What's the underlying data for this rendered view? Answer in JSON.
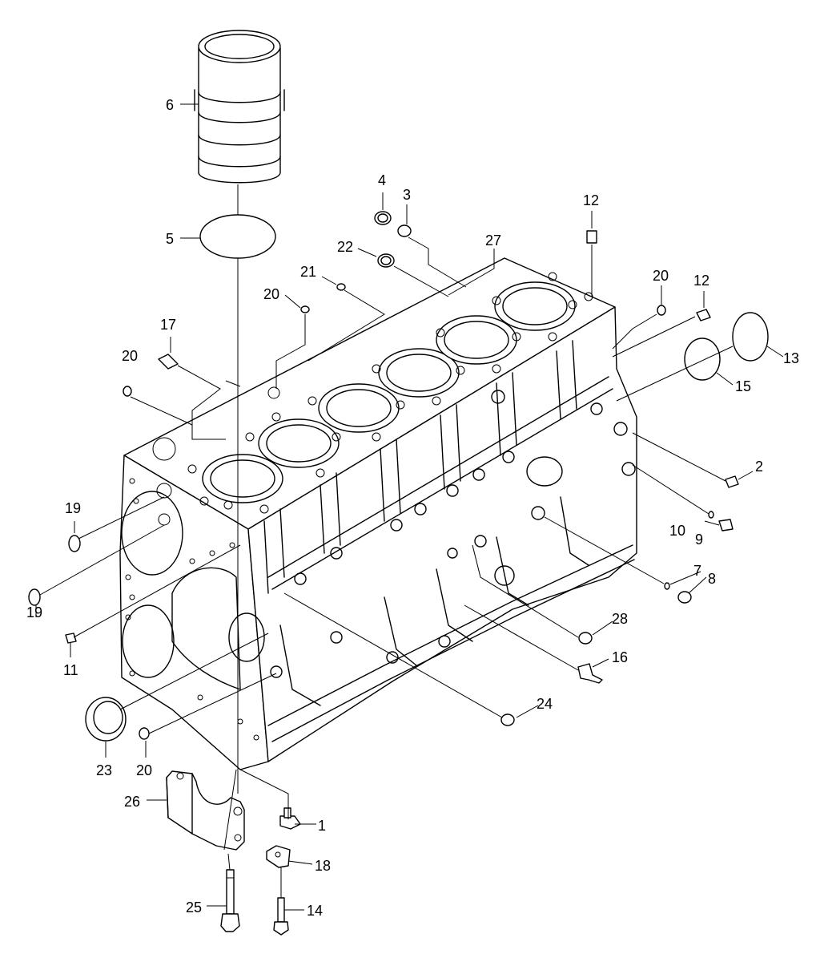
{
  "diagram": {
    "callouts": [
      {
        "id": "c1",
        "label": "1"
      },
      {
        "id": "c2",
        "label": "2"
      },
      {
        "id": "c3",
        "label": "3"
      },
      {
        "id": "c4",
        "label": "4"
      },
      {
        "id": "c5",
        "label": "5"
      },
      {
        "id": "c6",
        "label": "6"
      },
      {
        "id": "c7",
        "label": "7"
      },
      {
        "id": "c8",
        "label": "8"
      },
      {
        "id": "c9",
        "label": "9"
      },
      {
        "id": "c10",
        "label": "10"
      },
      {
        "id": "c11",
        "label": "11"
      },
      {
        "id": "c12a",
        "label": "12"
      },
      {
        "id": "c12b",
        "label": "12"
      },
      {
        "id": "c13",
        "label": "13"
      },
      {
        "id": "c14",
        "label": "14"
      },
      {
        "id": "c15",
        "label": "15"
      },
      {
        "id": "c16",
        "label": "16"
      },
      {
        "id": "c17",
        "label": "17"
      },
      {
        "id": "c18",
        "label": "18"
      },
      {
        "id": "c19a",
        "label": "19"
      },
      {
        "id": "c19b",
        "label": "19"
      },
      {
        "id": "c20a",
        "label": "20"
      },
      {
        "id": "c20b",
        "label": "20"
      },
      {
        "id": "c20c",
        "label": "20"
      },
      {
        "id": "c20d",
        "label": "20"
      },
      {
        "id": "c21",
        "label": "21"
      },
      {
        "id": "c22",
        "label": "22"
      },
      {
        "id": "c23",
        "label": "23"
      },
      {
        "id": "c24",
        "label": "24"
      },
      {
        "id": "c25",
        "label": "25"
      },
      {
        "id": "c26",
        "label": "26"
      },
      {
        "id": "c27",
        "label": "27"
      },
      {
        "id": "c28",
        "label": "28"
      }
    ]
  }
}
